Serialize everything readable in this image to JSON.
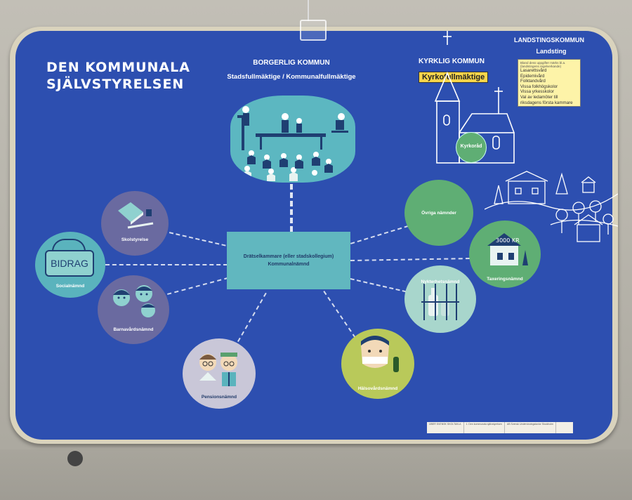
{
  "title": {
    "line1": "DEN KOMMUNALA",
    "line2": "SJÄLVSTYRELSEN"
  },
  "borgerlig": {
    "heading": "BORGERLIG KOMMUN",
    "sub": "Stadsfullmäktige / Kommunalfullmäktige"
  },
  "kyrklig": {
    "heading": "KYRKLIG KOMMUN",
    "council": "Kyrkofullmäktige",
    "board": "Kyrkoråd"
  },
  "landsting": {
    "heading": "LANDSTINGSKOMMUN",
    "sub": "Landsting",
    "note_intro": "Bland dess uppgifter märks bl.a. (landstingens regelverkande)",
    "duties": [
      "Lasarettsvård",
      "Epidemivård",
      "Folktandvård",
      "Vissa folkhögskolor",
      "Vissa yrkesskolor",
      "Val av ledamöter till",
      "riksdagens första kammare"
    ]
  },
  "center": {
    "line1": "Drätselkammare (eller stadskollegium)",
    "line2": "Kommunalnämnd"
  },
  "circles": {
    "skolstyrelse": "Skolstyrelse",
    "socialnamnd": "Socialnämnd",
    "bidrag_sign": "BIDRAG",
    "barnavard": "Barnavårdsnämnd",
    "pension": "Pensionsnämnd",
    "halsovard": "Hälsovårdsnämnd",
    "nykterhet": "Nykterhetsnämnd",
    "taxering": "Taxeringsnämnd",
    "taxering_sign": "3000 KR",
    "ovriga": "Övriga nämnder"
  },
  "sticker": [
    "ÜBER SVENSK SKOLTAVLA",
    "1. Den kommunala självstyrelsen",
    "AB Svensk Undervisningstavlor Stockholm"
  ],
  "colors": {
    "board": "#2d4fb0",
    "teal": "#61b7bf",
    "green": "#5fae74",
    "purple": "#6a6aa0",
    "yellow": "#f7d54a"
  }
}
